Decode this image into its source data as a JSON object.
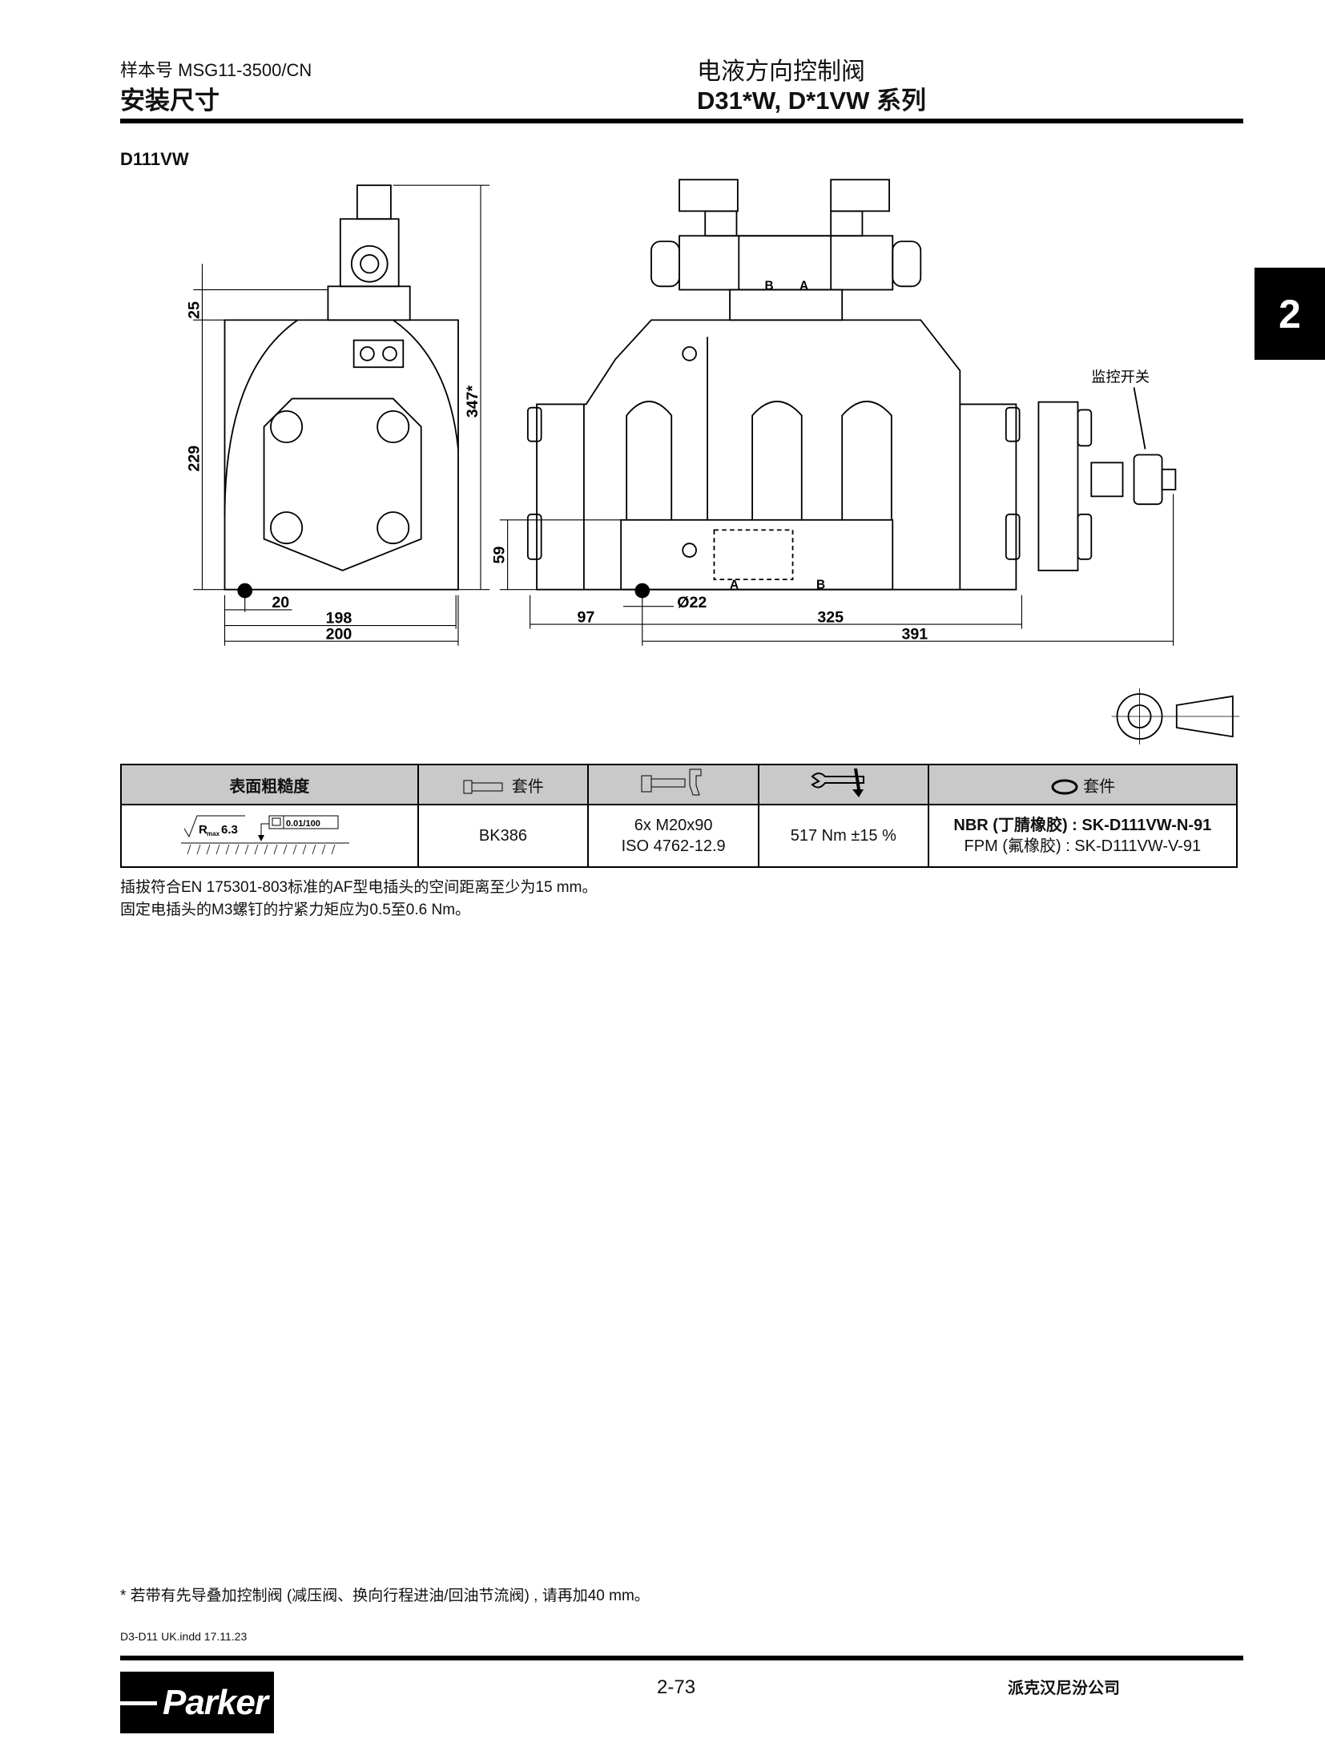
{
  "header": {
    "catalog_number": "样本号 MSG11-3500/CN",
    "section": "安装尺寸",
    "product_title": "电液方向控制阀",
    "product_series": "D31*W, D*1VW 系列"
  },
  "chapter_tab": "2",
  "drawing": {
    "model": "D111VW",
    "dimensions": {
      "d25": "25",
      "d229": "229",
      "d347": "347*",
      "d20": "20",
      "d198": "198",
      "d200": "200",
      "d59": "59",
      "d97": "97",
      "d22": "Ø22",
      "d325": "325",
      "d391": "391"
    },
    "port_labels": {
      "b": "B",
      "a": "A"
    },
    "monitor_switch_label": "监控开关"
  },
  "spec_table": {
    "headers": {
      "surface": "表面粗糙度",
      "bolt_kit": "套件",
      "seal_kit": "套件"
    },
    "surface": {
      "rmax": "R",
      "rmax_sub": "max",
      "rmax_value": "6.3",
      "flatness": "0.01/100"
    },
    "bolt_kit": "BK386",
    "bolts": {
      "line1": "6x M20x90",
      "line2": "ISO 4762-12.9"
    },
    "torque": "517 Nm ±15 %",
    "seals": {
      "nbr": "NBR (丁腈橡胶) : SK-D111VW-N-91",
      "fpm": "FPM (氟橡胶) : SK-D111VW-V-91"
    }
  },
  "notes": [
    "插拔符合EN 175301-803标准的AF型电插头的空间距离至少为15 mm。",
    "固定电插头的M3螺钉的拧紧力矩应为0.5至0.6 Nm。"
  ],
  "footnote": "* 若带有先导叠加控制阀 (减压阀、换向行程进油/回油节流阀) , 请再加40 mm。",
  "footer": {
    "file_info": "D3-D11 UK.indd  17.11.23",
    "page_number": "2-73",
    "company": "派克汉尼汾公司",
    "logo_text": "Parker"
  }
}
